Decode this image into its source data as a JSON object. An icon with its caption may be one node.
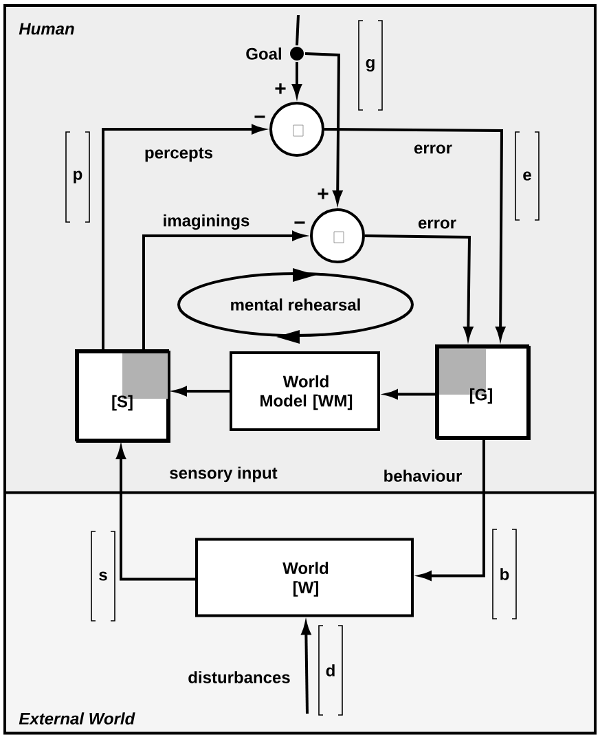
{
  "diagram": {
    "nodes": [
      {
        "text": [
          "Human"
        ]
      },
      {
        "text": [
          "External World"
        ]
      },
      {
        "text": [],
        "shape": "circle",
        "beside": [
          "Goal"
        ],
        "in": 0
      },
      {
        "text": [],
        "shape": "circle",
        "in": 0
      },
      {
        "text": [],
        "shape": "circle",
        "in": 0
      },
      {
        "text": [
          "mental rehearsal"
        ],
        "in": 0
      },
      {
        "text": [
          "[S]"
        ],
        "in": 0
      },
      {
        "text": [
          "World Model [WM]"
        ],
        "in": 0
      },
      {
        "text": [
          "[G]"
        ],
        "in": 0
      },
      {
        "text": [
          "World [W]"
        ],
        "in": 1
      }
    ],
    "edges": [
      {
        "from": null,
        "to": 2,
        "arrow": "none"
      },
      {
        "from": 2,
        "to": 3,
        "arrow": "to"
      },
      {
        "from": 2,
        "to": 4,
        "arrow": "to"
      },
      {
        "from": 6,
        "to": 3,
        "arrow": "to",
        "label": "percepts"
      },
      {
        "from": 6,
        "to": 4,
        "arrow": "to",
        "label": "imaginings"
      },
      {
        "from": 3,
        "to": 8,
        "arrow": "to",
        "label": "error"
      },
      {
        "from": 4,
        "to": 8,
        "arrow": "to",
        "label": "error"
      },
      {
        "from": 7,
        "to": 6,
        "arrow": "to"
      },
      {
        "from": 8,
        "to": 7,
        "arrow": "to"
      },
      {
        "from": 8,
        "to": 9,
        "arrow": "to",
        "label": "behaviour"
      },
      {
        "from": 9,
        "to": 6,
        "arrow": "to",
        "label": "sensory input"
      },
      {
        "from": null,
        "to": 9,
        "arrow": "to",
        "label": "disturbances"
      }
    ],
    "labels": [
      "g",
      "+",
      "−",
      "p",
      "e",
      "+",
      "−",
      "s",
      "b",
      "d"
    ]
  }
}
